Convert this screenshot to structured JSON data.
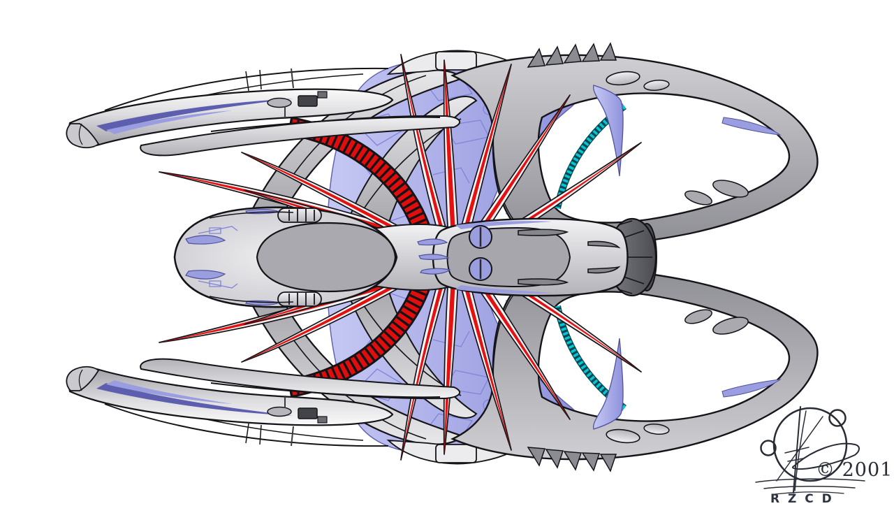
{
  "artwork": {
    "type": "digital concept illustration",
    "subject": "futuristic starship seen from above, bilaterally symmetric about a horizontal axis",
    "background_color": "#ffffff",
    "features": [
      "twin elongated side nacelles with indigo accent stripes",
      "pointed oval forward hull with recessed gray center and purple teardrop markings",
      "lavender armor panels with thin circuit-style line detailing",
      "two large open loop wings sweeping to the right with serrated fins",
      "segmented teal energy strips inside the loop wings",
      "red ribbed conduit arcs behind the forward hull",
      "long red-cored spikes radiating from the midsection",
      "dark multi-faceted engine cluster at the stern"
    ]
  },
  "signature": {
    "emblem": "hand-drawn-orbit-sketch-logo",
    "copyright": "© 2001",
    "initials": "R Z C D"
  },
  "palette": {
    "hullLight": "#dedee1",
    "hullMid": "#b9b9bf",
    "hullDark": "#8b8b92",
    "engine": "#5a5a61",
    "outline": "#141418",
    "lavender": "#b6b8ee",
    "lavenderMid": "#9a9de0",
    "lavenderDeep": "#6163ae",
    "circuit": "#8084d8",
    "spikeRed": "#e51010",
    "ribbonRed": "#e00d0d",
    "teal": "#08c4d4",
    "ink": "#272b34",
    "bg": "#ffffff"
  }
}
